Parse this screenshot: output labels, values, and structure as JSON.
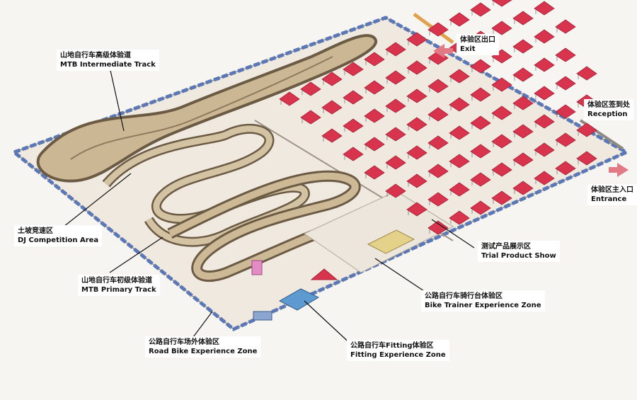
{
  "labels": {
    "mtb_intermediate": {
      "zh": "山地自行车高级体验道",
      "en": "MTB Intermediate Track"
    },
    "exit": {
      "zh": "体验区出口",
      "en": "Exit"
    },
    "reception": {
      "zh": "体验区签到处",
      "en": "Reception"
    },
    "entrance": {
      "zh": "体验区主入口",
      "en": "Entrance"
    },
    "trial_product": {
      "zh": "测试产品展示区",
      "en": "Trial Product Show"
    },
    "dj_competition": {
      "zh": "土坡竞速区",
      "en": "DJ Competition Area"
    },
    "mtb_primary": {
      "zh": "山地自行车初级体验道",
      "en": "MTB Primary Track"
    },
    "bike_trainer": {
      "zh": "公路自行车骑行台体验区",
      "en": "Bike Trainer Experience Zone"
    },
    "road_bike": {
      "zh": "公路自行车场外体验区",
      "en": "Road Bike Experience Zone"
    },
    "fitting": {
      "zh": "公路自行车Fitting体验区",
      "en": "Fitting Experience Zone"
    }
  },
  "colors": {
    "tent": "#d8344d",
    "tent_dark": "#a81f35",
    "fence": "#5a78b8",
    "track": "#c9b593",
    "track_dark": "#6b5a44",
    "arrow": "#e27a86"
  },
  "tent_rows": [
    11,
    12,
    12,
    11,
    11,
    10,
    9,
    8
  ]
}
